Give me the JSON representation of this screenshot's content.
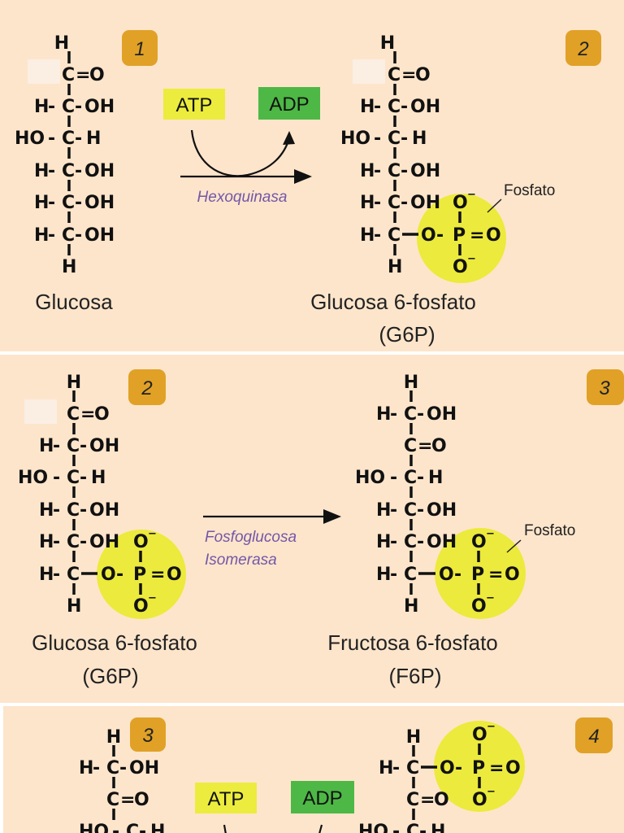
{
  "colors": {
    "panel_bg": "#fde5cb",
    "phosphate": "#ecea3c",
    "badge": "#e0a126",
    "atp": "#ecec3e",
    "adp": "#4db845",
    "enzyme_text": "#7357a8"
  },
  "step1": {
    "badge_left": "1",
    "badge_right": "2",
    "atp": "ATP",
    "adp": "ADP",
    "enzyme": "Hexoquinasa",
    "left_name": "Glucosa",
    "right_name": "Glucosa 6-fosfato",
    "right_abbr": "(G6P)",
    "phosphate_label": "Fosfato"
  },
  "step2": {
    "badge_left": "2",
    "badge_right": "3",
    "enzyme_line1": "Fosfoglucosa",
    "enzyme_line2": "Isomerasa",
    "left_name": "Glucosa 6-fosfato",
    "left_abbr": "(G6P)",
    "right_name": "Fructosa 6-fosfato",
    "right_abbr": "(F6P)",
    "phosphate_label": "Fosfato"
  },
  "step3": {
    "badge_left": "3",
    "badge_right": "4",
    "atp": "ATP",
    "adp": "ADP"
  },
  "chem": {
    "H": "H",
    "C": "C",
    "O": "O",
    "P": "P",
    "eq": "=",
    "dash": "-",
    "OH": "OH",
    "HO": "HO",
    "neg": "−"
  }
}
